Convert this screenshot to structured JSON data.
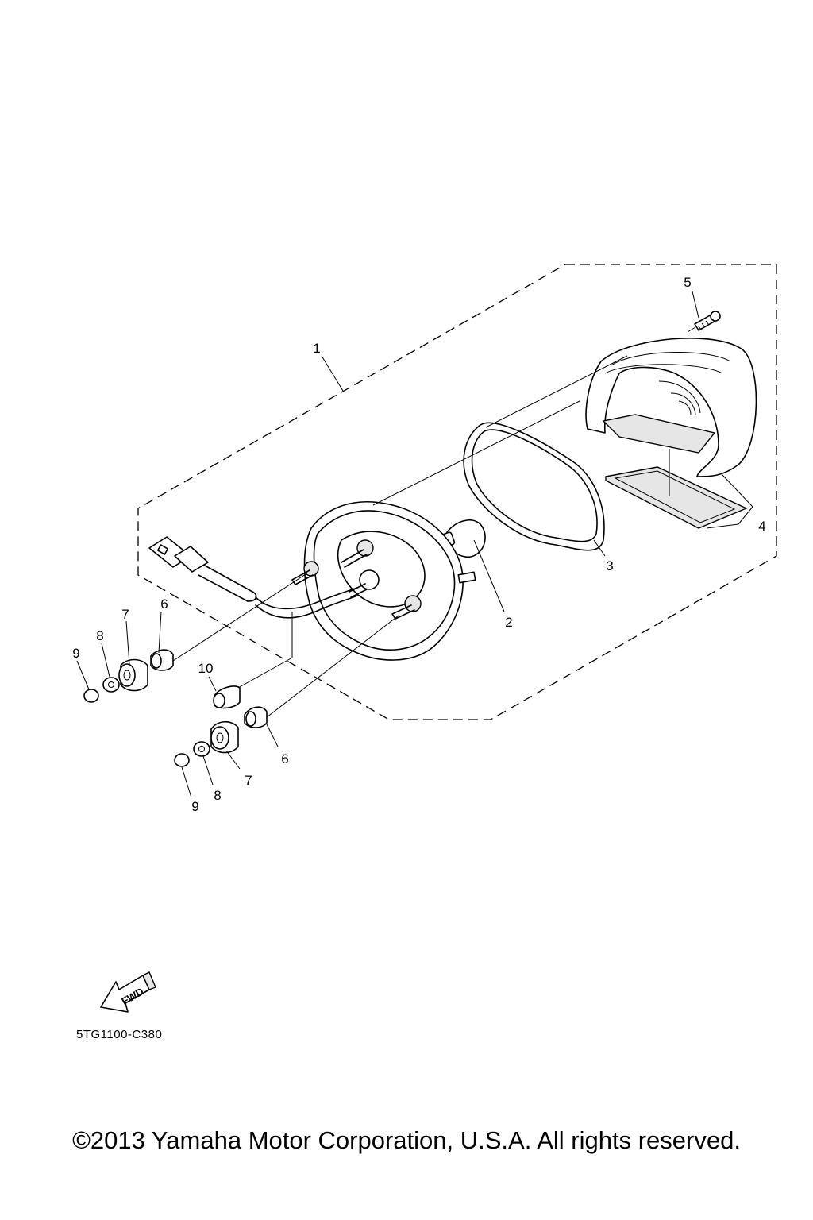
{
  "diagram": {
    "part_labels": {
      "p1": "1",
      "p2": "2",
      "p3": "3",
      "p4": "4",
      "p5": "5",
      "p6a": "6",
      "p6b": "6",
      "p7a": "7",
      "p7b": "7",
      "p8a": "8",
      "p8b": "8",
      "p9a": "9",
      "p9b": "9",
      "p10": "10"
    },
    "fwd_label": "FWD",
    "drawing_code": "5TG1100-C380"
  },
  "footer": {
    "copyright": "©2013 Yamaha Motor Corporation, U.S.A. All rights reserved."
  }
}
